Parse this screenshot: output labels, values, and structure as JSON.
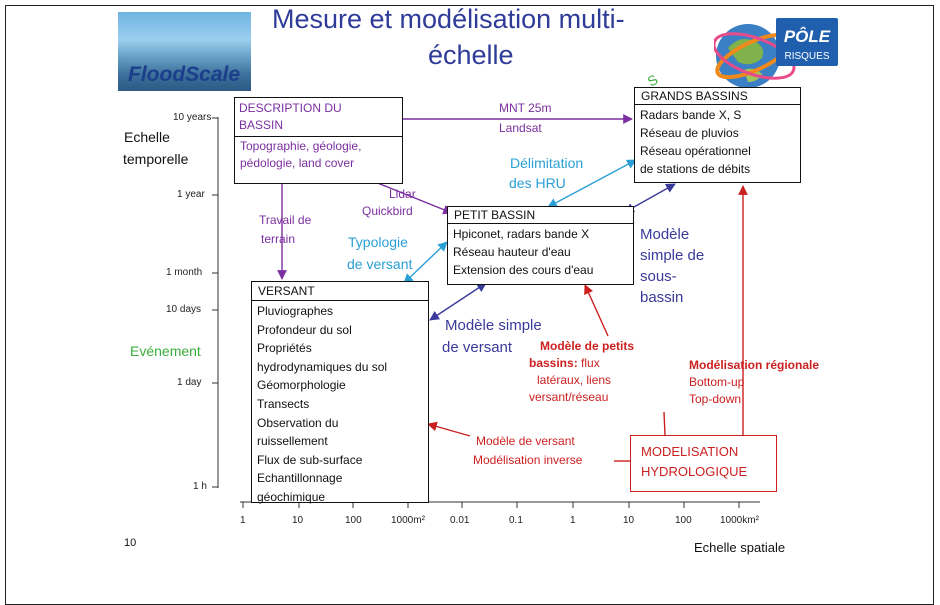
{
  "title_line1": "Mesure et modélisation multi-",
  "title_line2": "échelle",
  "logos": {
    "floodscale": "FloodScale",
    "pole": "PÔLE",
    "pole_sub": "RISQUES"
  },
  "page_number": "10",
  "y_axis": {
    "label_line1": "Echelle",
    "label_line2": "temporelle",
    "event_label": "Evénement",
    "ticks": [
      "10 years",
      "1 year",
      "1 month",
      "10 days",
      "1 day",
      "1 h"
    ]
  },
  "x_axis": {
    "label": "Echelle spatiale",
    "ticks": [
      "1",
      "10",
      "100",
      "1000m²",
      "0.01",
      "0.1",
      "1",
      "10",
      "100",
      "1000km²"
    ]
  },
  "boxes": {
    "description": {
      "head_line1": "DESCRIPTION DU",
      "head_line2": "BASSIN",
      "body": [
        "Topographie, géologie,",
        "pédologie, land cover"
      ]
    },
    "grands": {
      "head": "GRANDS BASSINS",
      "body": [
        "Radars bande X, S",
        "Réseau de pluvios",
        "Réseau opérationnel",
        "de stations de débits"
      ]
    },
    "petit": {
      "head": "PETIT BASSIN",
      "body": [
        "Hpiconet, radars bande X",
        "Réseau hauteur d'eau",
        "Extension des cours d'eau"
      ]
    },
    "versant": {
      "head": "VERSANT",
      "body": [
        "Pluviographes",
        "Profondeur du sol",
        "Propriétés",
        "hydrodynamiques du sol",
        "Géomorphologie",
        "Transects",
        "Observation du",
        "ruissellement",
        "Flux de sub-surface",
        "Echantillonnage",
        "géochimique"
      ]
    },
    "modelisation": {
      "line1": "MODELISATION",
      "line2": "HYDROLOGIQUE"
    }
  },
  "labels": {
    "mnt": "MNT 25m",
    "landsat": "Landsat",
    "lidar": "Lidar",
    "quickbird": "Quickbird",
    "travail1": "Travail de",
    "travail2": "terrain",
    "delim1": "Délimitation",
    "delim2": "des HRU",
    "typo1": "Typologie",
    "typo2": "de versant",
    "msousbassin": [
      "Modèle",
      "simple de",
      "sous-",
      "bassin"
    ],
    "msversant1": "Modèle simple",
    "msversant2": "de versant",
    "petits_bold1": "Modèle de petits",
    "petits_bold2": "bassins:",
    "petits_rest1": " flux",
    "petits_rest2": "latéraux, liens",
    "petits_rest3": "versant/réseau",
    "regional_bold": "Modélisation régionale",
    "regional2": "Bottom-up",
    "regional3": "Top-down",
    "mversant": "Modèle de versant",
    "minverse": "Modélisation inverse"
  },
  "colors": {
    "purple": "#7b2fa0",
    "blue": "#2a9fd6",
    "navy": "#3a3a9a",
    "red": "#cc1f1f",
    "green": "#3aae3a"
  }
}
